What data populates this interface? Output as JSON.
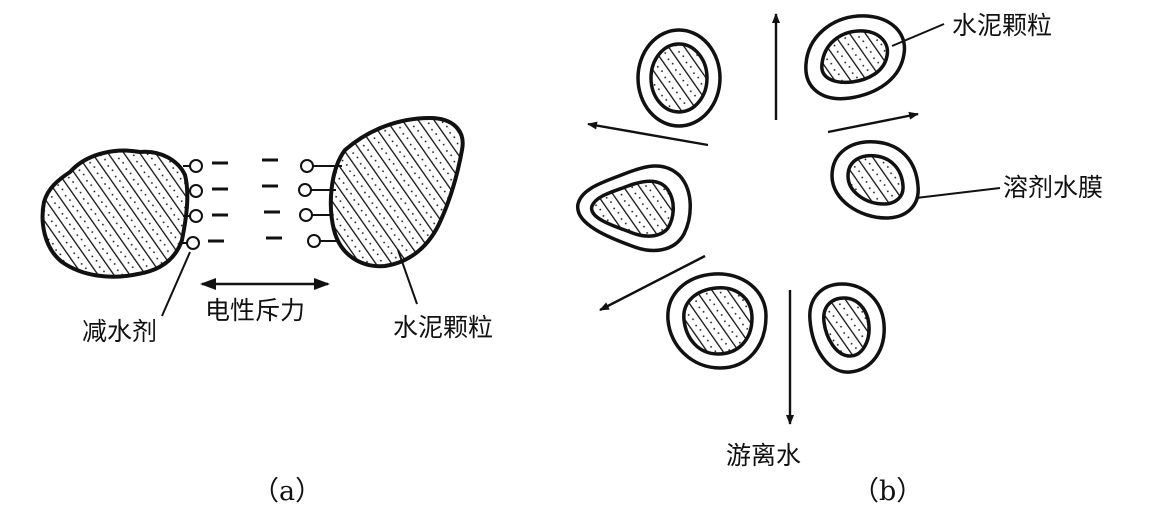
{
  "panel_a": {
    "caption": "（a）",
    "label_reducer": "减水剂",
    "label_force": "电性斥力",
    "label_cement": "水泥颗粒"
  },
  "panel_b": {
    "caption": "（b）",
    "label_cement": "水泥颗粒",
    "label_film": "溶剂水膜",
    "label_free_water": "游离水"
  }
}
